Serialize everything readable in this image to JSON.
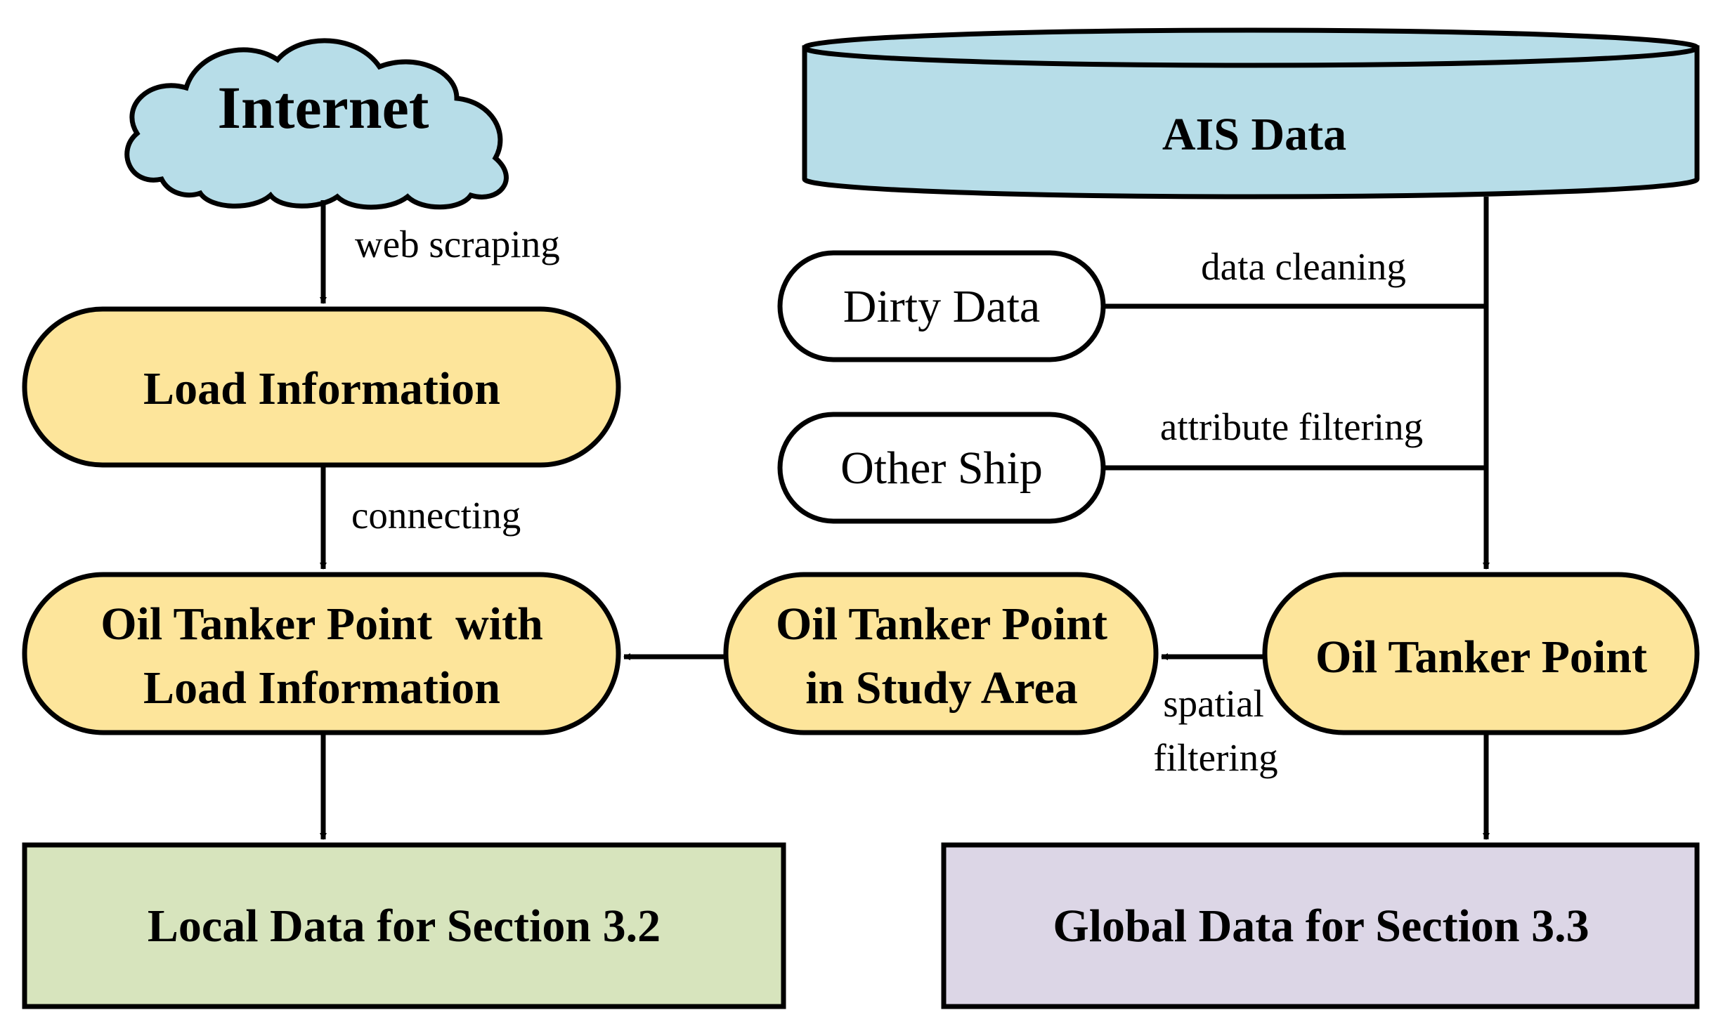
{
  "nodes": {
    "internet": "Internet",
    "ais_data": "AIS Data",
    "load_information": "Load Information",
    "dirty_data": "Dirty Data",
    "other_ship": "Other Ship",
    "oil_tanker_load": [
      "Oil Tanker Point  with",
      "Load Information"
    ],
    "oil_tanker_study": [
      "Oil Tanker Point",
      "in Study Area"
    ],
    "oil_tanker_point": "Oil Tanker Point",
    "local_data": "Local Data for Section 3.2",
    "global_data": "Global Data for Section 3.3"
  },
  "edges": {
    "web_scraping": "web scraping",
    "connecting": "connecting",
    "data_cleaning": "data cleaning",
    "attribute_filtering": "attribute filtering",
    "spatial_filtering": [
      "spatial",
      "filtering"
    ]
  },
  "colors": {
    "cloud": "#b7dde8",
    "database": "#b7dde8",
    "process": "#fde59b",
    "local": "#d7e4bd",
    "global": "#dcd6e6",
    "excluded": "#ffffff"
  }
}
